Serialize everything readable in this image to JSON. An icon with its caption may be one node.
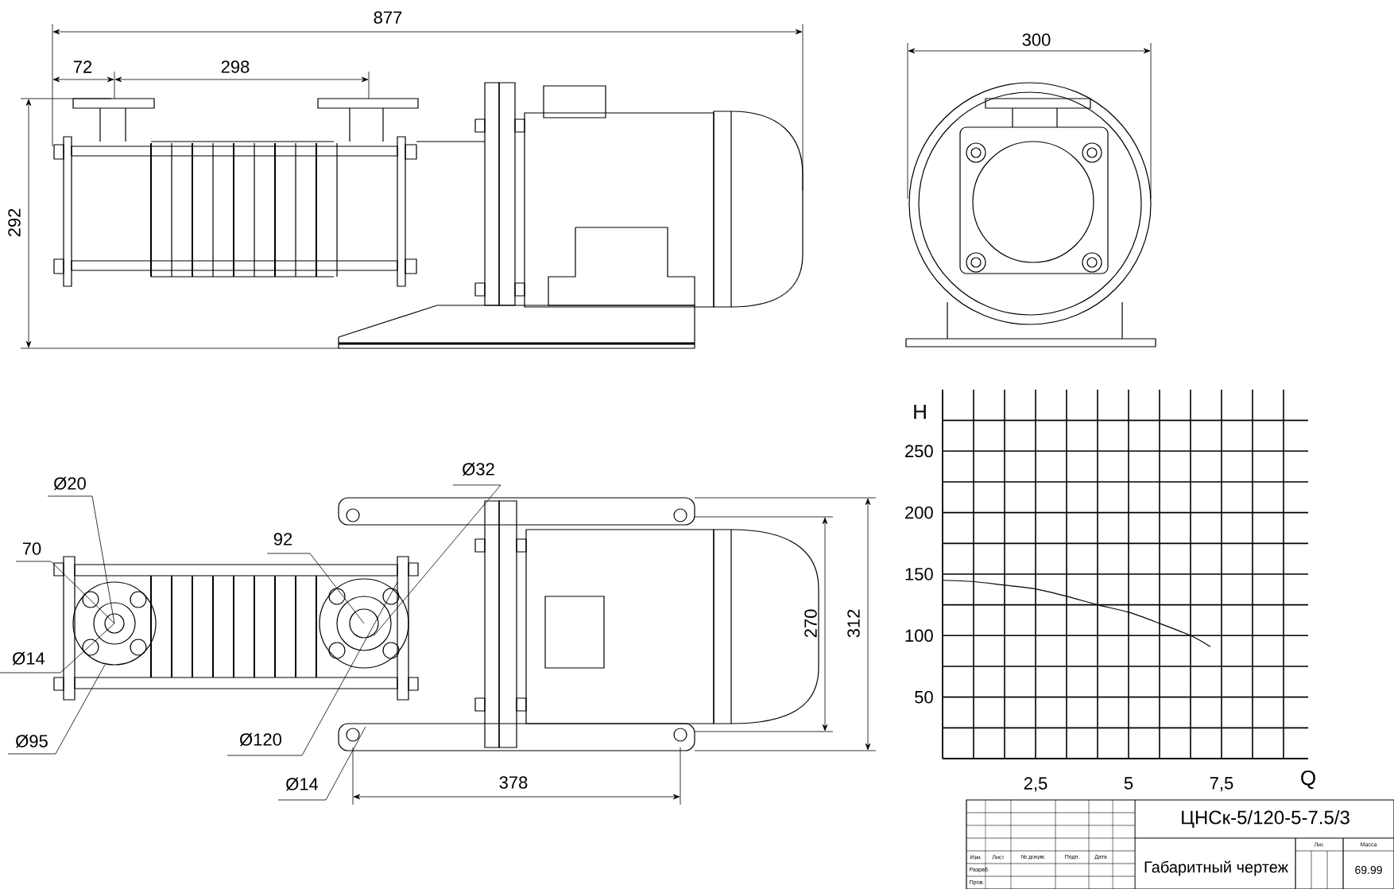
{
  "diagram": {
    "labels": [
      "877",
      "72",
      "298",
      "292",
      "300",
      "Ø20",
      "70",
      "Ø14",
      "Ø95",
      "92",
      "Ø120",
      "Ø32",
      "Ø14",
      "378",
      "270",
      "312",
      "ЦНСк-5/120-5-7.5/3",
      "Изм.",
      "Лист",
      "№ докум.",
      "Подп.",
      "Дата",
      "Разраб.",
      "Пров.",
      "Габаритный чертеж",
      "Лит.",
      "Масса",
      "69.99"
    ],
    "chart_data": {
      "type": "line",
      "xlabel": "Q",
      "ylabel": "H",
      "x": [
        0,
        0.8,
        1.67,
        2.5,
        3.33,
        4.17,
        5,
        5.83,
        6.67,
        7.2
      ],
      "series": [
        {
          "color": "#000000",
          "values": [
            145,
            144,
            141,
            138,
            132,
            125,
            119,
            110,
            100,
            91
          ]
        }
      ],
      "xlim": [
        0,
        9.83
      ],
      "ylim": [
        0,
        300
      ],
      "grid": true,
      "xticks": [
        {
          "value": 2.5,
          "label": "2,5"
        },
        5,
        {
          "value": 7.5,
          "label": "7,5"
        }
      ],
      "yticks": [
        50,
        100,
        150,
        200,
        250
      ]
    }
  }
}
